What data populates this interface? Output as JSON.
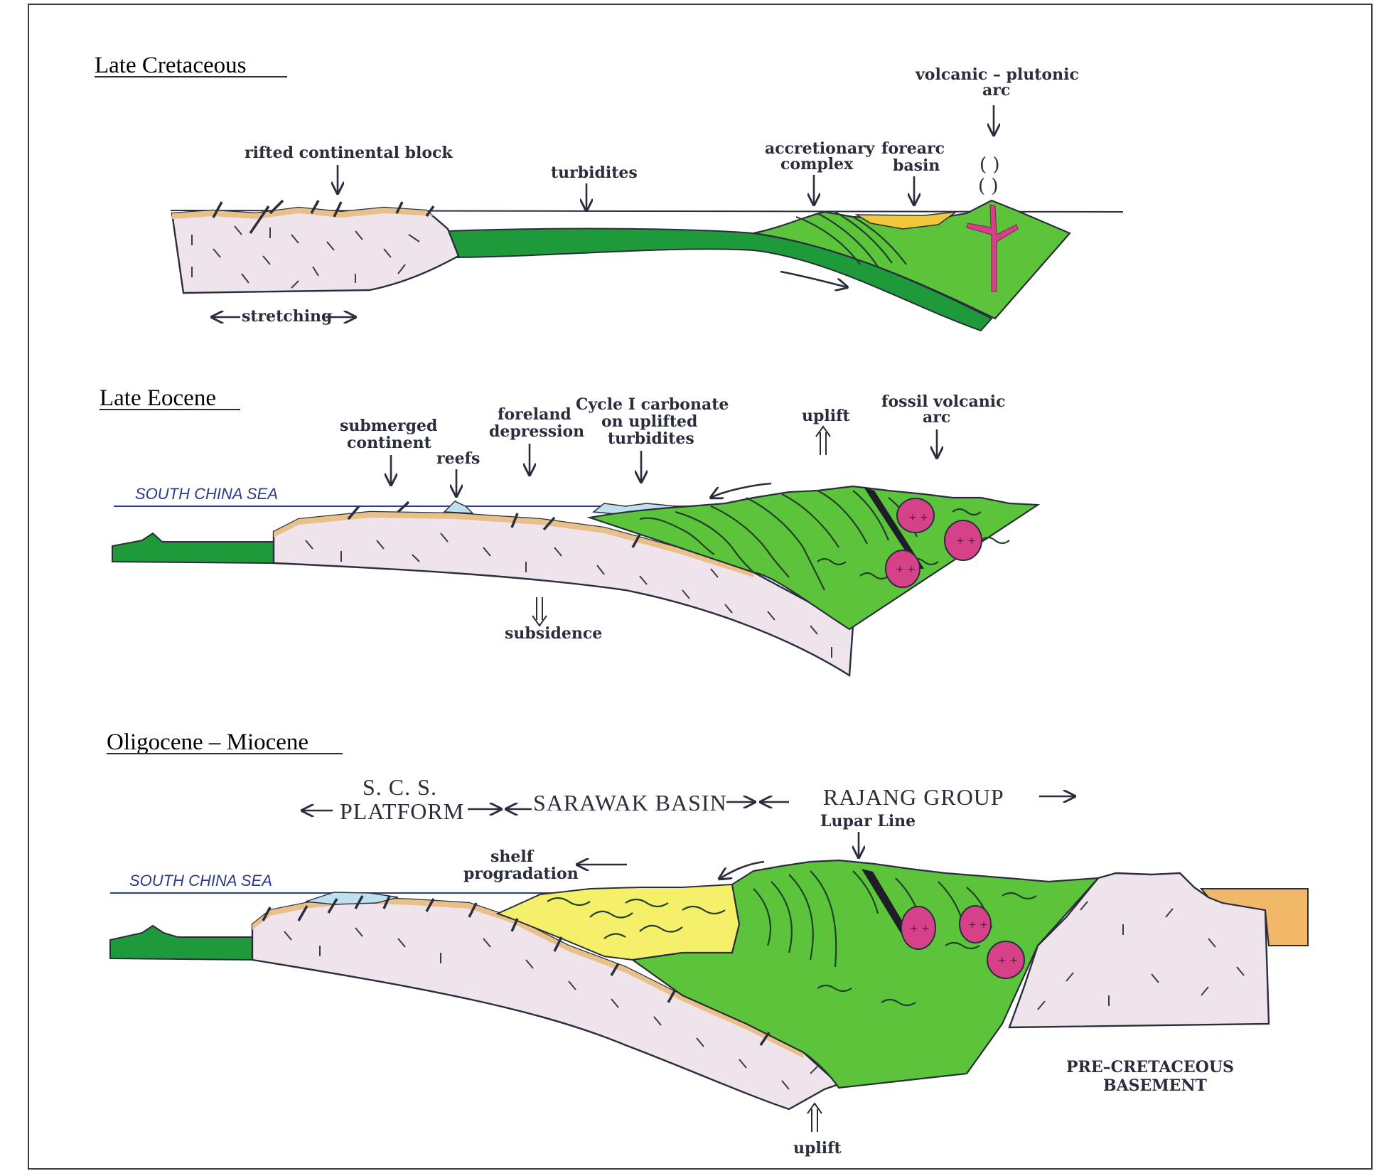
{
  "panels": [
    {
      "title": "Late Cretaceous",
      "labels": {
        "rifted": "rifted continental block",
        "turbidites": "turbidites",
        "accretionary_1": "accretionary",
        "accretionary_2": "complex",
        "forearc_1": "forearc",
        "forearc_2": "basin",
        "arc_1": "volcanic – plutonic",
        "arc_2": "arc",
        "stretching": "stretching"
      }
    },
    {
      "title": "Late Eocene",
      "labels": {
        "sea": "SOUTH CHINA SEA",
        "submerged_1": "submerged",
        "submerged_2": "continent",
        "reefs": "reefs",
        "foreland_1": "foreland",
        "foreland_2": "depression",
        "cycle_1": "Cycle I carbonate",
        "cycle_2": "on uplifted",
        "cycle_3": "turbidites",
        "uplift": "uplift",
        "fossil_1": "fossil volcanic",
        "fossil_2": "arc",
        "subsidence": "subsidence"
      }
    },
    {
      "title": "Oligocene – Miocene",
      "labels": {
        "scs_1": "S. C. S.",
        "scs_2": "PLATFORM",
        "sarawak": "SARAWAK BASIN",
        "rajang": "RAJANG GROUP",
        "lupar": "Lupar Line",
        "sea": "SOUTH CHINA SEA",
        "shelf_1": "shelf",
        "shelf_2": "progradation",
        "uplift": "uplift",
        "pre_1": "PRE–CRETACEOUS",
        "pre_2": "BASEMENT"
      }
    }
  ],
  "colors": {
    "continental_crust": "#efe4ec",
    "oceanic_crust": "#1f9a3a",
    "accretionary": "#5cc43a",
    "forearc_sediment": "#f0c83a",
    "carbonate": "#bfe0ef",
    "shelf_sediment": "#f4f06a",
    "pluton": "#d6428a",
    "basement_cover": "#f2b86a",
    "sediment_veneer": "#e8c08a"
  }
}
